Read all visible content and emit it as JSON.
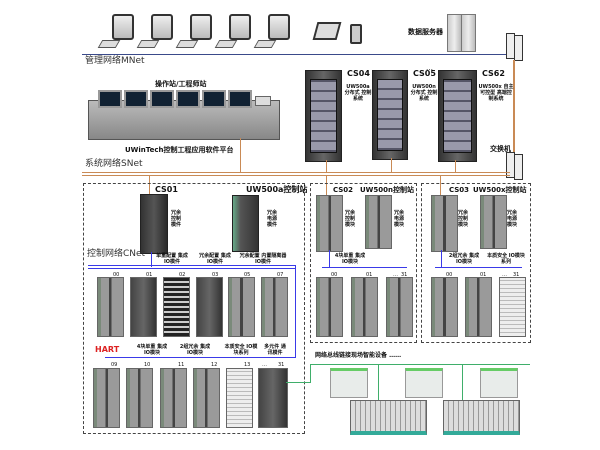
{
  "management_network": {
    "label": "管理网络MNet",
    "data_server": "数据服务器",
    "switch": "交换机"
  },
  "operator": {
    "title": "操作站/工程师站",
    "platform": "UWinTech控制工程应用软件平台"
  },
  "system_network": {
    "label": "系统网络SNet"
  },
  "cabinets": [
    {
      "id": "CS04",
      "desc": "UW500a 分布式 控制系统"
    },
    {
      "id": "CS05",
      "desc": "UW500n 分布式 控制系统"
    },
    {
      "ellipsis": "…",
      "id": "CS62",
      "desc": "UW500x 自主可控型 高端控制系统"
    }
  ],
  "cs01": {
    "id": "CS01",
    "title": "UW500a控制站",
    "ctrl": "冗余控制模件",
    "power": "冗余电源模件",
    "cnet": "控制网络CNet",
    "groups": [
      "单重配置 集成IO模件",
      "冗余配置 集成IO模件",
      "冗余配置 内置隔离器IO模件"
    ],
    "row1": [
      "00",
      "01",
      "02",
      "03",
      "05",
      "07"
    ],
    "groups2": [
      "4块单重 集成IO模块",
      "2组冗余 集成IO模块",
      "本质安全 IO模块系列",
      "多元件 通讯模件"
    ],
    "row2": [
      "09",
      "10",
      "11",
      "12",
      "13",
      "…",
      "31"
    ],
    "hart": "HART"
  },
  "cs02": {
    "id": "CS02",
    "title": "UW500n控制站",
    "ctrl": "冗余控制模块",
    "power": "冗余电源模块",
    "group": "4块单重 集成IO模块",
    "slots": [
      "00",
      "01",
      "…",
      "31"
    ]
  },
  "cs03": {
    "id": "CS03",
    "title": "UW500x控制站",
    "ctrl": "冗余控制模块",
    "power": "冗余电源模块",
    "groups": [
      "2组冗余 集成IO模块",
      "本质安全 IO模块系列"
    ],
    "slots": [
      "00",
      "01",
      "…",
      "31"
    ]
  },
  "fieldbus": {
    "label": "网络总线链接现场智能设备 ……"
  }
}
